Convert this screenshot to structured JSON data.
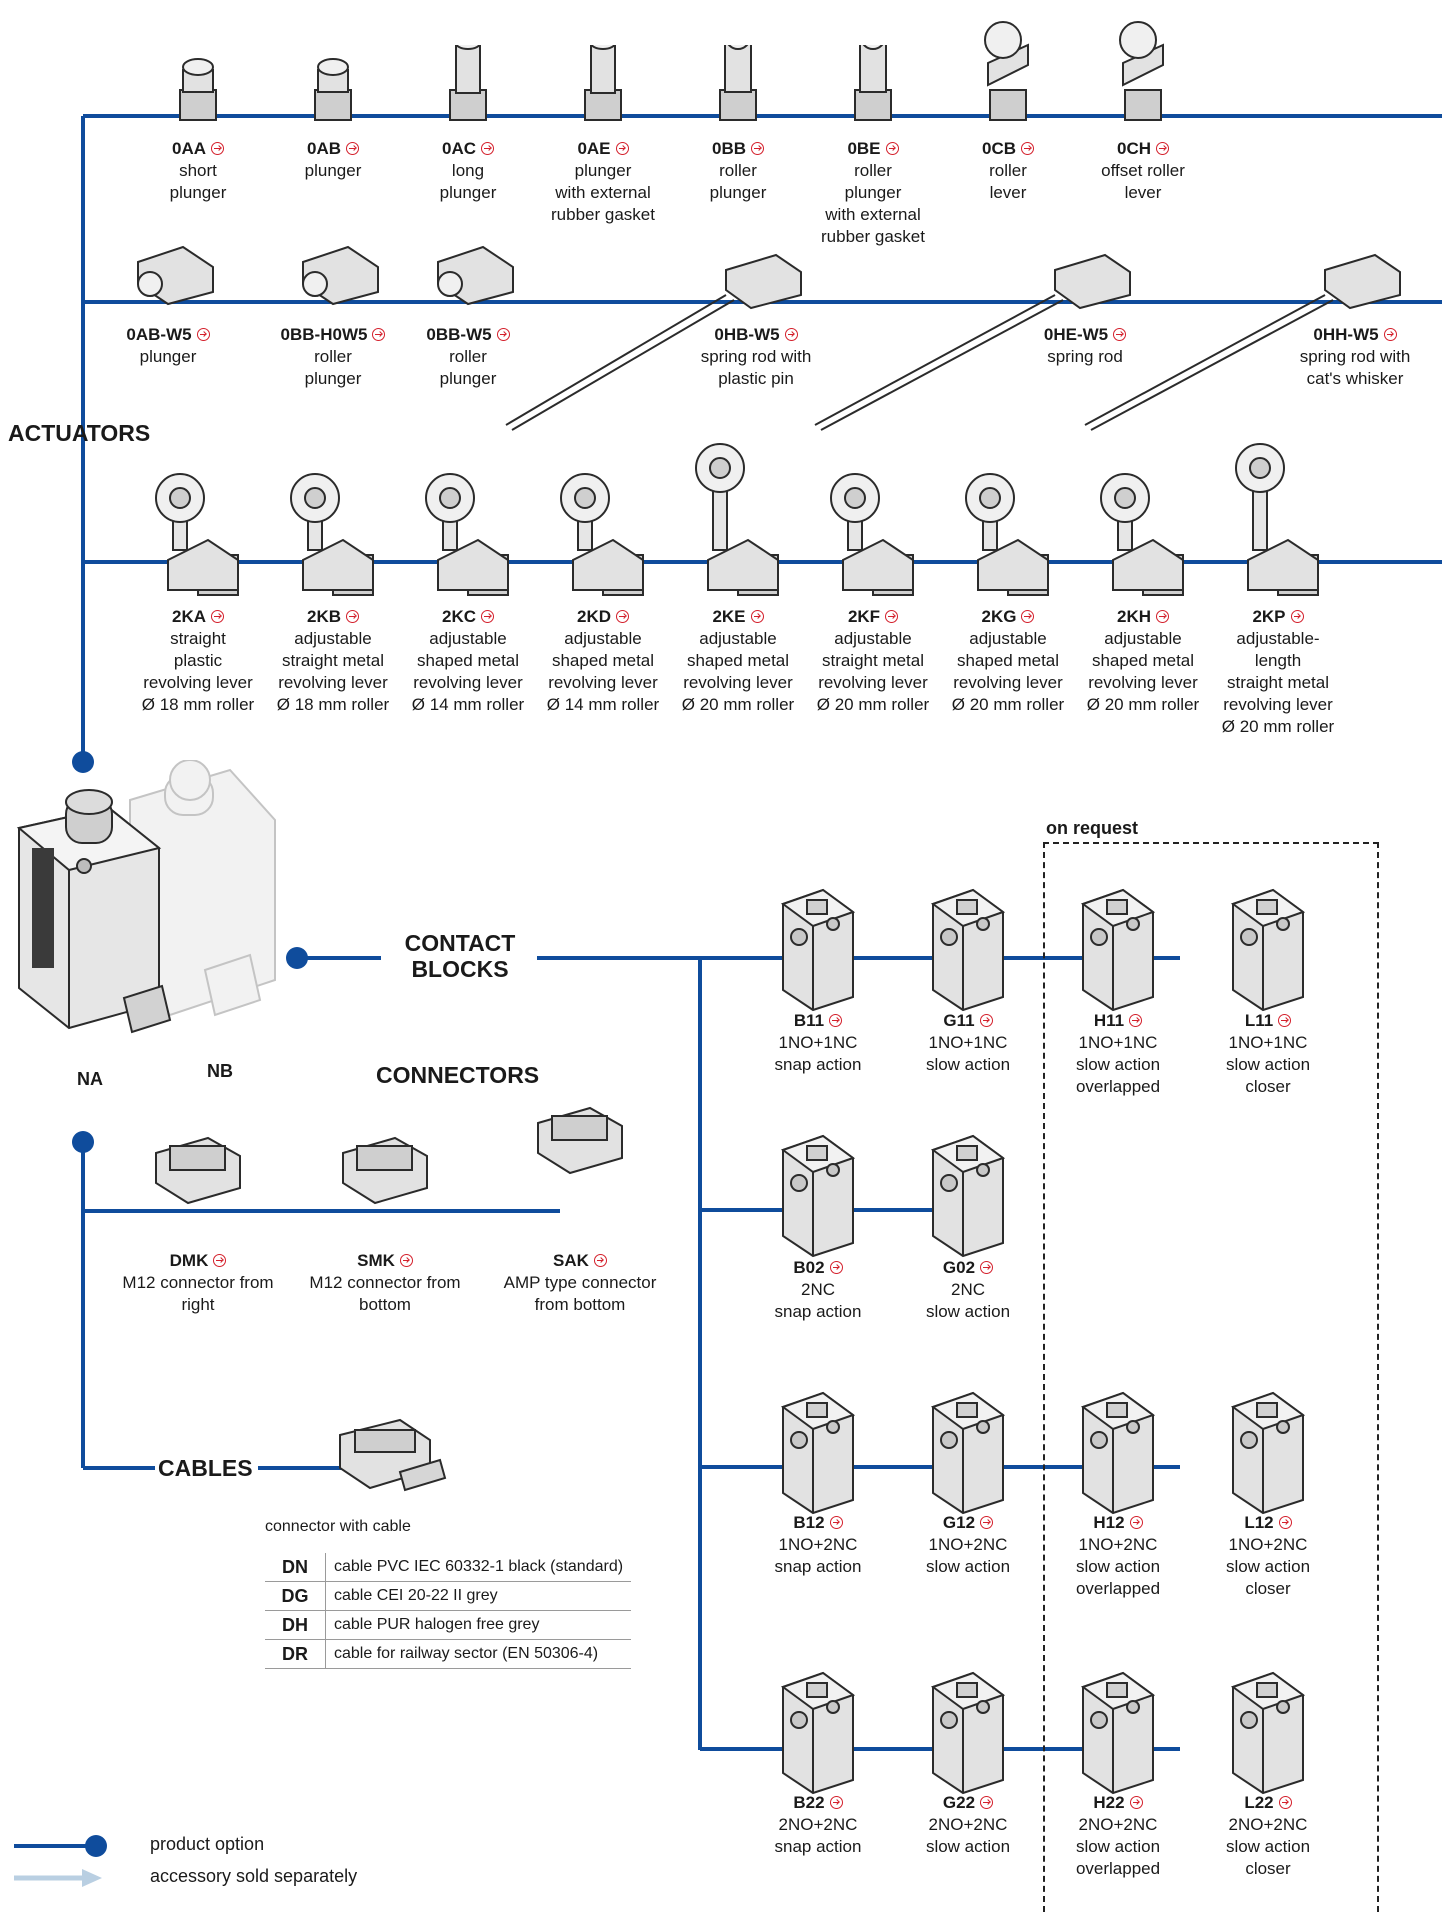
{
  "sections": {
    "actuators": "ACTUATORS",
    "contact_blocks": "CONTACT\nBLOCKS",
    "connectors": "CONNECTORS",
    "cables": "CABLES"
  },
  "bodies": {
    "na": "NA",
    "nb": "NB"
  },
  "actuators_row1": [
    {
      "code": "0AA",
      "desc": "short\nplunger"
    },
    {
      "code": "0AB",
      "desc": "plunger"
    },
    {
      "code": "0AC",
      "desc": "long\nplunger"
    },
    {
      "code": "0AE",
      "desc": "plunger\nwith external\nrubber gasket"
    },
    {
      "code": "0BB",
      "desc": "roller\nplunger"
    },
    {
      "code": "0BE",
      "desc": "roller\nplunger\nwith external\nrubber gasket"
    },
    {
      "code": "0CB",
      "desc": "roller\nlever"
    },
    {
      "code": "0CH",
      "desc": "offset roller\nlever"
    }
  ],
  "actuators_row2": [
    {
      "code": "0AB-W5",
      "desc": "plunger"
    },
    {
      "code": "0BB-H0W5",
      "desc": "roller\nplunger"
    },
    {
      "code": "0BB-W5",
      "desc": "roller\nplunger"
    },
    {
      "code": "0HB-W5",
      "desc": "spring rod with\nplastic pin"
    },
    {
      "code": "0HE-W5",
      "desc": "spring rod"
    },
    {
      "code": "0HH-W5",
      "desc": "spring rod with\ncat's whisker"
    }
  ],
  "actuators_row3": [
    {
      "code": "2KA",
      "desc": "straight\nplastic\nrevolving lever\nØ 18 mm roller"
    },
    {
      "code": "2KB",
      "desc": "adjustable\nstraight metal\nrevolving lever\nØ 18 mm roller"
    },
    {
      "code": "2KC",
      "desc": "adjustable\nshaped metal\nrevolving lever\nØ 14 mm roller"
    },
    {
      "code": "2KD",
      "desc": "adjustable\nshaped metal\nrevolving lever\nØ 14 mm roller"
    },
    {
      "code": "2KE",
      "desc": "adjustable\nshaped metal\nrevolving lever\nØ 20 mm roller"
    },
    {
      "code": "2KF",
      "desc": "adjustable\nstraight metal\nrevolving lever\nØ 20 mm roller"
    },
    {
      "code": "2KG",
      "desc": "adjustable\nshaped metal\nrevolving lever\nØ 20 mm roller"
    },
    {
      "code": "2KH",
      "desc": "adjustable\nshaped metal\nrevolving lever\nØ 20 mm roller"
    },
    {
      "code": "2KP",
      "desc": "adjustable-\nlength\nstraight metal\nrevolving lever\nØ 20 mm roller"
    }
  ],
  "connectors": [
    {
      "code": "DMK",
      "desc": "M12 connector from\nright"
    },
    {
      "code": "SMK",
      "desc": "M12 connector from\nbottom"
    },
    {
      "code": "SAK",
      "desc": "AMP type connector\nfrom bottom"
    }
  ],
  "contact_blocks": {
    "on_request": "on request",
    "row1": [
      {
        "code": "B11",
        "desc": "1NO+1NC\nsnap action"
      },
      {
        "code": "G11",
        "desc": "1NO+1NC\nslow action"
      },
      {
        "code": "H11",
        "desc": "1NO+1NC\nslow action\noverlapped"
      },
      {
        "code": "L11",
        "desc": "1NO+1NC\nslow action\ncloser"
      }
    ],
    "row2": [
      {
        "code": "B02",
        "desc": "2NC\nsnap action"
      },
      {
        "code": "G02",
        "desc": "2NC\nslow action"
      }
    ],
    "row3": [
      {
        "code": "B12",
        "desc": "1NO+2NC\nsnap action"
      },
      {
        "code": "G12",
        "desc": "1NO+2NC\nslow action"
      },
      {
        "code": "H12",
        "desc": "1NO+2NC\nslow action\noverlapped"
      },
      {
        "code": "L12",
        "desc": "1NO+2NC\nslow action\ncloser"
      }
    ],
    "row4": [
      {
        "code": "B22",
        "desc": "2NO+2NC\nsnap action"
      },
      {
        "code": "G22",
        "desc": "2NO+2NC\nslow action"
      },
      {
        "code": "H22",
        "desc": "2NO+2NC\nslow action\noverlapped"
      },
      {
        "code": "L22",
        "desc": "2NO+2NC\nslow action\ncloser"
      }
    ]
  },
  "cables": {
    "caption": "connector with cable",
    "rows": [
      {
        "code": "DN",
        "desc": "cable PVC IEC 60332-1 black (standard)"
      },
      {
        "code": "DG",
        "desc": "cable CEI 20-22 II grey"
      },
      {
        "code": "DH",
        "desc": "cable PUR halogen free grey"
      },
      {
        "code": "DR",
        "desc": "cable for railway sector (EN 50306-4)"
      }
    ]
  },
  "legend": {
    "product_option": "product option",
    "accessory": "accessory sold separately"
  },
  "colors": {
    "line": "#0f4c9c",
    "arrow": "#d4202c",
    "accessory": "#b9cfe2",
    "dashed_box": "#222222"
  }
}
